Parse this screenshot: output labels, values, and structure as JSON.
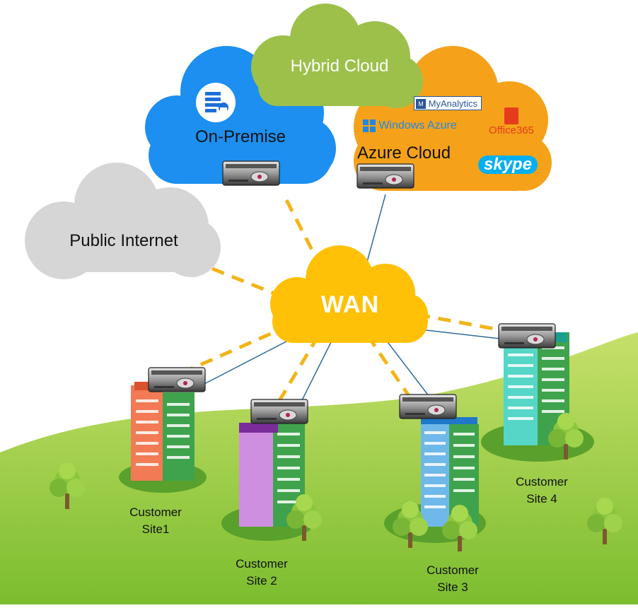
{
  "clouds": {
    "hybrid": {
      "label": "Hybrid Cloud",
      "color": "#9cc04a"
    },
    "on_premise": {
      "label": "On-Premise",
      "color": "#1c8ff0"
    },
    "azure": {
      "label": "Azure Cloud",
      "color": "#f5a21a"
    },
    "public_internet": {
      "label": "Public Internet",
      "color": "#d6d6d6"
    },
    "wan": {
      "label": "WAN",
      "color": "#ffc107"
    }
  },
  "azure_apps": {
    "my_analytics": "MyAnalytics",
    "windows_azure": "Windows Azure",
    "office365": "Office365",
    "skype": "skype"
  },
  "sites": [
    {
      "line1": "Customer",
      "line2": "Site1",
      "building_color": "#f27b55"
    },
    {
      "line1": "Customer",
      "line2": "Site 2",
      "building_color": "#cf8fe0"
    },
    {
      "line1": "Customer",
      "line2": "Site 3",
      "building_color": "#6fb8ea"
    },
    {
      "line1": "Customer",
      "line2": "Site 4",
      "building_color": "#56d6c6"
    }
  ],
  "colors": {
    "dashed_link": "#f2b418",
    "solid_link": "#2e6b9e",
    "ground": "#8cc63f"
  }
}
